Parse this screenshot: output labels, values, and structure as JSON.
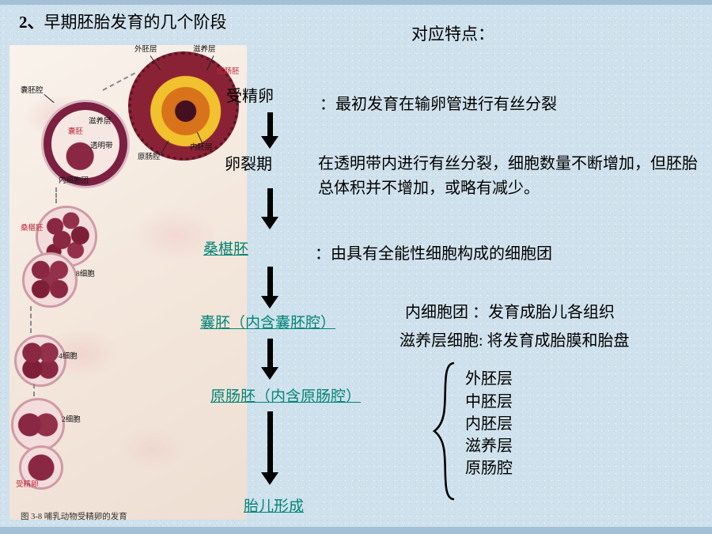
{
  "slide": {
    "title_num": "2、",
    "title_text": "早期胚胎发育的几个阶段",
    "features_header": "对应特点："
  },
  "colors": {
    "accent_teal": "#008577",
    "slide_bg": "#cfe1ec",
    "cell_red": "#8a2742"
  },
  "flow": {
    "stage1": "受精卵",
    "stage1_desc": "：最初发育在输卵管进行有丝分裂",
    "stage2": "卵裂期",
    "stage2_desc": "在透明带内进行有丝分裂，细胞数量不断增加，但胚胎总体积并不增加，或略有减少。",
    "stage3": "桑椹胚",
    "stage3_desc": "：由具有全能性细胞构成的细胞团",
    "stage4": "囊胚（内含囊胚腔）",
    "stage4_desc_a": "内细胞团 ：发育成胎儿各组织",
    "stage4_desc_b": "滋养层细胞: 将发育成胎膜和胎盘",
    "stage5": "原肠胚（内含原肠腔）",
    "stage5_parts": [
      "外胚层",
      "中胚层",
      "内胚层",
      "滋养层",
      "原肠腔"
    ],
    "stage6": "胎儿形成"
  },
  "figure": {
    "caption": "图 3-8  哺乳动物受精卵的发育",
    "labels": {
      "ectoderm": "外胚层",
      "trophoblast_top": "滋养层",
      "gastrula": "原肠胚",
      "archenteron": "原肠腔",
      "endoderm": "内胚层",
      "blastocoel": "囊胚腔",
      "trophoblast": "滋养层",
      "blastocyst": "囊胚",
      "zona_pellucida": "透明带",
      "inner_cell_mass": "内细胞团",
      "morula": "桑椹胚",
      "eight_cell": "8细胞",
      "four_cell": "4细胞",
      "two_cell": "2细胞",
      "zygote": "受精卵"
    }
  }
}
